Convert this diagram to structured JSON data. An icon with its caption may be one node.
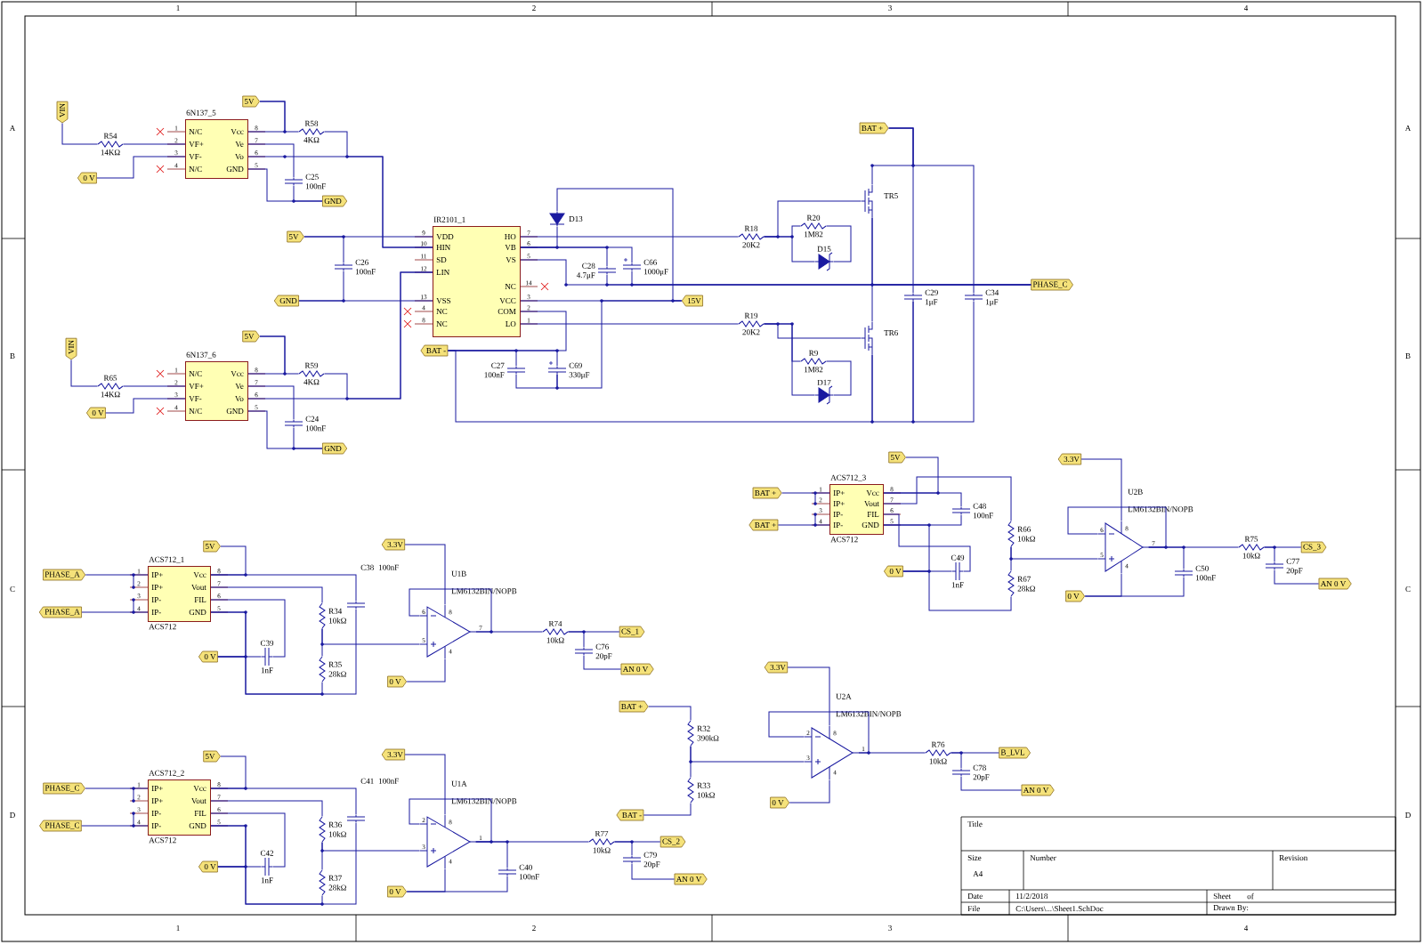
{
  "diagram": {
    "nodes": [
      {
        "text": [
          "VIN"
        ]
      },
      {
        "text": [
          "R54",
          "14KΩ"
        ]
      },
      {
        "text": [
          "0 V"
        ]
      },
      {
        "text": [
          "6N137_5",
          "1",
          "N/C",
          "Vcc",
          "8",
          "2",
          "VF+",
          "Ve",
          "7",
          "3",
          "VF-",
          "Vo",
          "6",
          "4",
          "N/C",
          "GND",
          "5"
        ]
      },
      {
        "text": [
          "5V"
        ]
      },
      {
        "text": [
          "R58",
          "4KΩ"
        ]
      },
      {
        "text": [
          "C25",
          "100nF"
        ]
      },
      {
        "text": [
          "GND"
        ]
      },
      {
        "text": [
          "5V"
        ]
      },
      {
        "text": [
          "C26",
          "100nF"
        ]
      },
      {
        "text": [
          "GND"
        ]
      },
      {
        "text": [
          "VIN"
        ]
      },
      {
        "text": [
          "R65",
          "14KΩ"
        ]
      },
      {
        "text": [
          "0 V"
        ]
      },
      {
        "text": [
          "6N137_6",
          "1",
          "N/C",
          "Vcc",
          "8",
          "2",
          "VF+",
          "Ve",
          "7",
          "3",
          "VF-",
          "Vo",
          "6",
          "4",
          "N/C",
          "GND",
          "5"
        ]
      },
      {
        "text": [
          "5V"
        ]
      },
      {
        "text": [
          "R59",
          "4KΩ"
        ]
      },
      {
        "text": [
          "C24",
          "100nF"
        ]
      },
      {
        "text": [
          "GND"
        ]
      },
      {
        "text": [
          "IR2101_1",
          "9",
          "VDD",
          "HO",
          "7",
          "10",
          "HIN",
          "VB",
          "6",
          "11",
          "SD",
          "VS",
          "5",
          "12",
          "LIN",
          "NC",
          "14",
          "13",
          "VSS",
          "VCC",
          "3",
          "4",
          "NC",
          "COM",
          "2",
          "8",
          "NC",
          "LO",
          "1"
        ]
      },
      {
        "text": [
          "D13"
        ]
      },
      {
        "text": [
          "C28",
          "4.7μF"
        ]
      },
      {
        "text": [
          "C66",
          "1000μF"
        ]
      },
      {
        "text": [
          "15V"
        ]
      },
      {
        "text": [
          "BAT -"
        ]
      },
      {
        "text": [
          "C27",
          "100nF"
        ]
      },
      {
        "text": [
          "C69",
          "330μF"
        ]
      },
      {
        "text": [
          "R18",
          "20K2"
        ]
      },
      {
        "text": [
          "R20",
          "1M82"
        ]
      },
      {
        "text": [
          "D15"
        ]
      },
      {
        "text": [
          "TR5"
        ]
      },
      {
        "text": [
          "BAT +"
        ]
      },
      {
        "text": [
          "R19",
          "20K2"
        ]
      },
      {
        "text": [
          "R9",
          "1M82"
        ]
      },
      {
        "text": [
          "D17"
        ]
      },
      {
        "text": [
          "TR6"
        ]
      },
      {
        "text": [
          "C29",
          "1μF"
        ]
      },
      {
        "text": [
          "C34",
          "1μF"
        ]
      },
      {
        "text": [
          "PHASE_C"
        ]
      },
      {
        "text": [
          "BAT +"
        ]
      },
      {
        "text": [
          "BAT +"
        ]
      },
      {
        "text": [
          "ACS712_3",
          "1",
          "IP+",
          "Vcc",
          "8",
          "2",
          "IP+",
          "Vout",
          "7",
          "3",
          "IP-",
          "FIL",
          "6",
          "4",
          "IP-",
          "GND",
          "5",
          "ACS712"
        ]
      },
      {
        "text": [
          "5V"
        ]
      },
      {
        "text": [
          "C48",
          "100nF"
        ]
      },
      {
        "text": [
          "0 V"
        ]
      },
      {
        "text": [
          "C49",
          "1nF"
        ]
      },
      {
        "text": [
          "R66",
          "10kΩ"
        ]
      },
      {
        "text": [
          "R67",
          "28kΩ"
        ]
      },
      {
        "text": [
          "U2B",
          "LM6132BIN/NOPB"
        ],
        "beside": [
          "6",
          "5",
          "7",
          "8",
          "4"
        ]
      },
      {
        "text": [
          "3.3V"
        ]
      },
      {
        "text": [
          "0 V"
        ]
      },
      {
        "text": [
          "C50",
          "100nF"
        ]
      },
      {
        "text": [
          "R75",
          "10kΩ"
        ]
      },
      {
        "text": [
          "C77",
          "20pF"
        ]
      },
      {
        "text": [
          "CS_3"
        ]
      },
      {
        "text": [
          "AN 0 V"
        ]
      },
      {
        "text": [
          "PHASE_A"
        ]
      },
      {
        "text": [
          "PHASE_A"
        ]
      },
      {
        "text": [
          "ACS712_1",
          "1",
          "IP+",
          "Vcc",
          "8",
          "2",
          "IP+",
          "Vout",
          "7",
          "3",
          "IP-",
          "FIL",
          "6",
          "4",
          "IP-",
          "GND",
          "5",
          "ACS712"
        ]
      },
      {
        "text": [
          "5V"
        ]
      },
      {
        "text": [
          "C38",
          "100nF"
        ]
      },
      {
        "text": [
          "0 V"
        ]
      },
      {
        "text": [
          "C39",
          "1nF"
        ]
      },
      {
        "text": [
          "R34",
          "10kΩ"
        ]
      },
      {
        "text": [
          "R35",
          "28kΩ"
        ]
      },
      {
        "text": [
          "U1B",
          "LM6132BIN/NOPB"
        ],
        "beside": [
          "6",
          "5",
          "7",
          "8",
          "4"
        ]
      },
      {
        "text": [
          "3.3V"
        ]
      },
      {
        "text": [
          "0 V"
        ]
      },
      {
        "text": [
          "R74",
          "10kΩ"
        ]
      },
      {
        "text": [
          "C76",
          "20pF"
        ]
      },
      {
        "text": [
          "CS_1"
        ]
      },
      {
        "text": [
          "AN 0 V"
        ]
      },
      {
        "text": [
          "BAT +"
        ]
      },
      {
        "text": [
          "R32",
          "390kΩ"
        ]
      },
      {
        "text": [
          "R33",
          "10kΩ"
        ]
      },
      {
        "text": [
          "BAT -"
        ]
      },
      {
        "text": [
          "PHASE_C"
        ]
      },
      {
        "text": [
          "PHASE_C"
        ]
      },
      {
        "text": [
          "ACS712_2",
          "1",
          "IP+",
          "Vcc",
          "8",
          "2",
          "IP+",
          "Vout",
          "7",
          "3",
          "IP-",
          "FIL",
          "6",
          "4",
          "IP-",
          "GND",
          "5",
          "ACS712"
        ]
      },
      {
        "text": [
          "5V"
        ]
      },
      {
        "text": [
          "C41",
          "100nF"
        ]
      },
      {
        "text": [
          "0 V"
        ]
      },
      {
        "text": [
          "C42",
          "1nF"
        ]
      },
      {
        "text": [
          "R36",
          "10kΩ"
        ]
      },
      {
        "text": [
          "R37",
          "28kΩ"
        ]
      },
      {
        "text": [
          "U1A",
          "LM6132BIN/NOPB"
        ],
        "beside": [
          "2",
          "3",
          "1",
          "8",
          "4"
        ]
      },
      {
        "text": [
          "3.3V"
        ]
      },
      {
        "text": [
          "0 V"
        ]
      },
      {
        "text": [
          "C40",
          "100nF"
        ]
      },
      {
        "text": [
          "R77",
          "10kΩ"
        ]
      },
      {
        "text": [
          "C79",
          "20pF"
        ]
      },
      {
        "text": [
          "CS_2"
        ]
      },
      {
        "text": [
          "AN 0 V"
        ]
      },
      {
        "text": [
          "U2A",
          "LM6132BIN/NOPB"
        ],
        "beside": [
          "2",
          "3",
          "1",
          "8",
          "4"
        ]
      },
      {
        "text": [
          "3.3V"
        ]
      },
      {
        "text": [
          "0 V"
        ]
      },
      {
        "text": [
          "R76",
          "10kΩ"
        ]
      },
      {
        "text": [
          "C78",
          "20pF"
        ]
      },
      {
        "text": [
          "B_LVL"
        ]
      },
      {
        "text": [
          "AN 0 V"
        ]
      }
    ],
    "edges": [
      {
        "from": 0,
        "to": 1,
        "arrow": "none"
      },
      {
        "from": 1,
        "to": 3,
        "arrow": "none"
      },
      {
        "from": 2,
        "to": 3,
        "arrow": "none"
      },
      {
        "from": 4,
        "to": 3,
        "arrow": "none"
      },
      {
        "from": 4,
        "to": 5,
        "arrow": "none"
      },
      {
        "from": 5,
        "to": 19,
        "arrow": "none"
      },
      {
        "from": 3,
        "to": 19,
        "arrow": "none"
      },
      {
        "from": 3,
        "to": 6,
        "arrow": "none"
      },
      {
        "from": 6,
        "to": 7,
        "arrow": "none"
      },
      {
        "from": 3,
        "to": 7,
        "arrow": "none"
      },
      {
        "from": 8,
        "to": 19,
        "arrow": "none"
      },
      {
        "from": 8,
        "to": 9,
        "arrow": "none"
      },
      {
        "from": 10,
        "to": 19,
        "arrow": "none"
      },
      {
        "from": 9,
        "to": 10,
        "arrow": "none"
      },
      {
        "from": 11,
        "to": 12,
        "arrow": "none"
      },
      {
        "from": 12,
        "to": 14,
        "arrow": "none"
      },
      {
        "from": 13,
        "to": 14,
        "arrow": "none"
      },
      {
        "from": 15,
        "to": 14,
        "arrow": "none"
      },
      {
        "from": 15,
        "to": 16,
        "arrow": "none"
      },
      {
        "from": 16,
        "to": 19,
        "arrow": "none"
      },
      {
        "from": 14,
        "to": 19,
        "arrow": "none"
      },
      {
        "from": 14,
        "to": 17,
        "arrow": "none"
      },
      {
        "from": 17,
        "to": 18,
        "arrow": "none"
      },
      {
        "from": 14,
        "to": 18,
        "arrow": "none"
      },
      {
        "from": 19,
        "to": 20,
        "arrow": "none"
      },
      {
        "from": 20,
        "to": 23,
        "arrow": "none"
      },
      {
        "from": 19,
        "to": 23,
        "arrow": "none"
      },
      {
        "from": 19,
        "to": 21,
        "arrow": "none"
      },
      {
        "from": 19,
        "to": 22,
        "arrow": "none"
      },
      {
        "from": 19,
        "to": 38,
        "arrow": "none"
      },
      {
        "from": 21,
        "to": 38,
        "arrow": "none"
      },
      {
        "from": 22,
        "to": 38,
        "arrow": "none"
      },
      {
        "from": 24,
        "to": 19,
        "arrow": "none"
      },
      {
        "from": 24,
        "to": 25,
        "arrow": "none"
      },
      {
        "from": 25,
        "to": 26,
        "arrow": "none"
      },
      {
        "from": 24,
        "to": 26,
        "arrow": "none"
      },
      {
        "from": 26,
        "to": 23,
        "arrow": "none"
      },
      {
        "from": 19,
        "to": 27,
        "arrow": "none"
      },
      {
        "from": 19,
        "to": 32,
        "arrow": "none"
      },
      {
        "from": 27,
        "to": 30,
        "arrow": "none"
      },
      {
        "from": 27,
        "to": 28,
        "arrow": "none"
      },
      {
        "from": 27,
        "to": 29,
        "arrow": "none"
      },
      {
        "from": 29,
        "to": 28,
        "arrow": "none"
      },
      {
        "from": 31,
        "to": 30,
        "arrow": "none"
      },
      {
        "from": 31,
        "to": 36,
        "arrow": "none"
      },
      {
        "from": 31,
        "to": 37,
        "arrow": "none"
      },
      {
        "from": 30,
        "to": 35,
        "arrow": "none"
      },
      {
        "from": 30,
        "to": 38,
        "arrow": "none"
      },
      {
        "from": 32,
        "to": 35,
        "arrow": "none"
      },
      {
        "from": 32,
        "to": 33,
        "arrow": "none"
      },
      {
        "from": 32,
        "to": 34,
        "arrow": "none"
      },
      {
        "from": 34,
        "to": 33,
        "arrow": "none"
      },
      {
        "from": 35,
        "to": 24,
        "arrow": "none"
      },
      {
        "from": 36,
        "to": 35,
        "arrow": "none"
      },
      {
        "from": 37,
        "to": 36,
        "arrow": "none"
      },
      {
        "from": 39,
        "to": 41,
        "arrow": "none"
      },
      {
        "from": 40,
        "to": 41,
        "arrow": "none"
      },
      {
        "from": 42,
        "to": 41,
        "arrow": "none"
      },
      {
        "from": 41,
        "to": 43,
        "arrow": "none"
      },
      {
        "from": 43,
        "to": 41,
        "arrow": "none"
      },
      {
        "from": 41,
        "to": 46,
        "arrow": "none"
      },
      {
        "from": 44,
        "to": 45,
        "arrow": "none"
      },
      {
        "from": 45,
        "to": 41,
        "arrow": "none"
      },
      {
        "from": 44,
        "to": 41,
        "arrow": "none"
      },
      {
        "from": 46,
        "to": 47,
        "arrow": "none"
      },
      {
        "from": 46,
        "to": 48,
        "arrow": "none"
      },
      {
        "from": 47,
        "to": 44,
        "arrow": "none"
      },
      {
        "from": 49,
        "to": 48,
        "arrow": "none"
      },
      {
        "from": 50,
        "to": 48,
        "arrow": "none"
      },
      {
        "from": 48,
        "to": 52,
        "arrow": "none"
      },
      {
        "from": 48,
        "to": 51,
        "arrow": "none"
      },
      {
        "from": 51,
        "to": 50,
        "arrow": "none"
      },
      {
        "from": 48,
        "to": 48,
        "arrow": "none"
      },
      {
        "from": 52,
        "to": 54,
        "arrow": "none"
      },
      {
        "from": 52,
        "to": 53,
        "arrow": "none"
      },
      {
        "from": 53,
        "to": 55,
        "arrow": "none"
      },
      {
        "from": 56,
        "to": 58,
        "arrow": "none"
      },
      {
        "from": 57,
        "to": 58,
        "arrow": "none"
      },
      {
        "from": 59,
        "to": 58,
        "arrow": "none"
      },
      {
        "from": 58,
        "to": 60,
        "arrow": "none"
      },
      {
        "from": 60,
        "to": 58,
        "arrow": "none"
      },
      {
        "from": 58,
        "to": 63,
        "arrow": "none"
      },
      {
        "from": 61,
        "to": 62,
        "arrow": "none"
      },
      {
        "from": 62,
        "to": 58,
        "arrow": "none"
      },
      {
        "from": 61,
        "to": 58,
        "arrow": "none"
      },
      {
        "from": 63,
        "to": 64,
        "arrow": "none"
      },
      {
        "from": 63,
        "to": 65,
        "arrow": "none"
      },
      {
        "from": 64,
        "to": 61,
        "arrow": "none"
      },
      {
        "from": 66,
        "to": 65,
        "arrow": "none"
      },
      {
        "from": 67,
        "to": 65,
        "arrow": "none"
      },
      {
        "from": 65,
        "to": 68,
        "arrow": "none"
      },
      {
        "from": 65,
        "to": 65,
        "arrow": "none"
      },
      {
        "from": 68,
        "to": 70,
        "arrow": "none"
      },
      {
        "from": 68,
        "to": 69,
        "arrow": "none"
      },
      {
        "from": 69,
        "to": 71,
        "arrow": "none"
      },
      {
        "from": 72,
        "to": 73,
        "arrow": "none"
      },
      {
        "from": 73,
        "to": 74,
        "arrow": "none"
      },
      {
        "from": 74,
        "to": 75,
        "arrow": "none"
      },
      {
        "from": 73,
        "to": 93,
        "arrow": "none"
      },
      {
        "from": 94,
        "to": 93,
        "arrow": "none"
      },
      {
        "from": 95,
        "to": 93,
        "arrow": "none"
      },
      {
        "from": 93,
        "to": 96,
        "arrow": "none"
      },
      {
        "from": 93,
        "to": 93,
        "arrow": "none"
      },
      {
        "from": 96,
        "to": 98,
        "arrow": "none"
      },
      {
        "from": 96,
        "to": 97,
        "arrow": "none"
      },
      {
        "from": 97,
        "to": 99,
        "arrow": "none"
      },
      {
        "from": 76,
        "to": 78,
        "arrow": "none"
      },
      {
        "from": 77,
        "to": 78,
        "arrow": "none"
      },
      {
        "from": 79,
        "to": 78,
        "arrow": "none"
      },
      {
        "from": 78,
        "to": 80,
        "arrow": "none"
      },
      {
        "from": 80,
        "to": 78,
        "arrow": "none"
      },
      {
        "from": 78,
        "to": 83,
        "arrow": "none"
      },
      {
        "from": 81,
        "to": 82,
        "arrow": "none"
      },
      {
        "from": 82,
        "to": 78,
        "arrow": "none"
      },
      {
        "from": 81,
        "to": 78,
        "arrow": "none"
      },
      {
        "from": 83,
        "to": 84,
        "arrow": "none"
      },
      {
        "from": 83,
        "to": 85,
        "arrow": "none"
      },
      {
        "from": 84,
        "to": 81,
        "arrow": "none"
      },
      {
        "from": 86,
        "to": 85,
        "arrow": "none"
      },
      {
        "from": 87,
        "to": 85,
        "arrow": "none"
      },
      {
        "from": 85,
        "to": 89,
        "arrow": "none"
      },
      {
        "from": 85,
        "to": 88,
        "arrow": "none"
      },
      {
        "from": 88,
        "to": 87,
        "arrow": "none"
      },
      {
        "from": 85,
        "to": 85,
        "arrow": "none"
      },
      {
        "from": 89,
        "to": 91,
        "arrow": "none"
      },
      {
        "from": 89,
        "to": 90,
        "arrow": "none"
      },
      {
        "from": 90,
        "to": 92,
        "arrow": "none"
      }
    ],
    "labels": [
      "1",
      "2",
      "3",
      "4",
      "A",
      "A",
      "B",
      "B",
      "C",
      "C",
      "D",
      "D",
      "Title",
      "Size",
      "Number",
      "Revision",
      "A4",
      "Date",
      "11/2/2018",
      "Sheet",
      "of",
      "File",
      "C:\\Users\\...\\Sheet1.SchDoc",
      "Drawn By:",
      "1",
      "2",
      "3",
      "4"
    ]
  }
}
